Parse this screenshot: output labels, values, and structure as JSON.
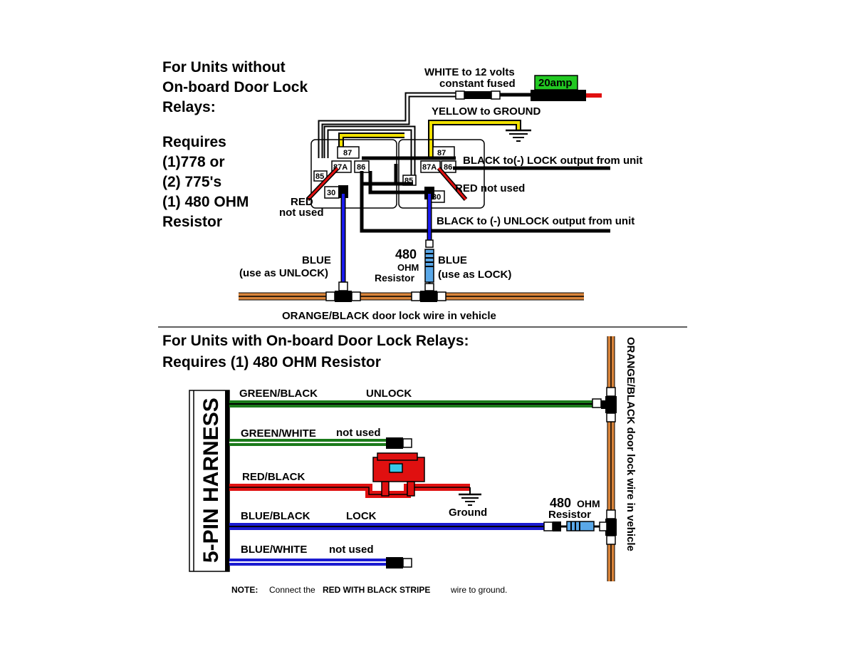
{
  "top_section": {
    "heading_lines": [
      "For Units without",
      "On-board Door Lock",
      "Relays:"
    ],
    "requires_lines": [
      "Requires",
      "(1)778 or",
      "(2) 775's",
      "(1) 480 OHM",
      "Resistor"
    ],
    "white_label_lines": [
      "WHITE to 12 volts",
      "constant fused"
    ],
    "fuse_label": "20amp",
    "yellow_label": "YELLOW to GROUND",
    "black_lock_label": "BLACK to(-) LOCK output from unit",
    "red_not_used_right": "RED not used",
    "red_not_used_left_lines": [
      "RED",
      "not used"
    ],
    "black_unlock_label": "BLACK to (-) UNLOCK output from unit",
    "resistor_label_lines": [
      "480",
      "OHM",
      "Resistor"
    ],
    "blue_unlock_lines": [
      "BLUE",
      "(use as UNLOCK)"
    ],
    "blue_lock_lines": [
      "BLUE",
      "(use as LOCK)"
    ],
    "door_wire_label": "ORANGE/BLACK  door lock wire in vehicle",
    "relay_pins": {
      "p87": "87",
      "p87a": "87A",
      "p86": "86",
      "p85": "85",
      "p30": "30"
    }
  },
  "bottom_section": {
    "heading": "For Units with On-board Door Lock Relays:",
    "requires": "Requires (1) 480 OHM Resistor",
    "harness_label": "5-PIN HARNESS",
    "wires": [
      {
        "name": "GREEN/BLACK",
        "function": "UNLOCK",
        "color": "#1a7a1a"
      },
      {
        "name": "GREEN/WHITE",
        "function": "not used",
        "color": "#1a7a1a"
      },
      {
        "name": "RED/BLACK",
        "function": "",
        "color": "#e01010"
      },
      {
        "name": "BLUE/BLACK",
        "function": "LOCK",
        "color": "#1a1ad0"
      },
      {
        "name": "BLUE/WHITE",
        "function": "not used",
        "color": "#1a1ad0"
      }
    ],
    "ground_label": "Ground",
    "resistor_label_big": "480",
    "resistor_label_ohm": "OHM",
    "resistor_label_word": "Resistor",
    "vertical_wire_label": "ORANGE/BLACK  door lock wire in vehicle",
    "note_prefix": "NOTE:",
    "note_text_1": "Connect the",
    "note_text_bold": "RED WITH BLACK STRIPE",
    "note_text_2": "wire to ground."
  },
  "colors": {
    "orange_wire": "#d9843a",
    "blue_wire": "#1a1aee",
    "yellow_wire": "#f0e000",
    "fuse_green": "#22c822",
    "red_wire": "#e01010"
  }
}
